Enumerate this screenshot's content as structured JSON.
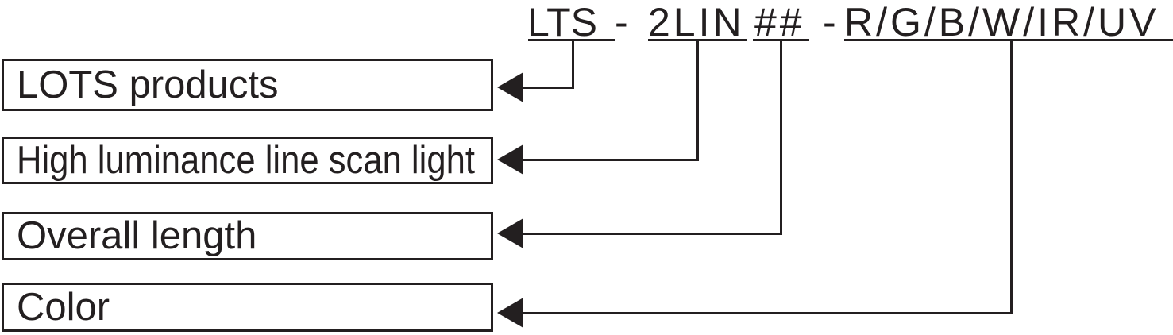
{
  "diagram": {
    "ink_color": "#231F20",
    "background_color": "#FFFFFF",
    "part_number": {
      "full_code": "LTS - 2LIN ## - R/G/B/W/IR/UV",
      "separator": "-",
      "segments": [
        {
          "code": "LTS",
          "label": "LOTS products"
        },
        {
          "code": "2LIN",
          "label": "High luminance line scan light"
        },
        {
          "code": "##",
          "label": "Overall length"
        },
        {
          "code": "R/G/B/W/IR/UV",
          "label": "Color"
        }
      ]
    }
  }
}
